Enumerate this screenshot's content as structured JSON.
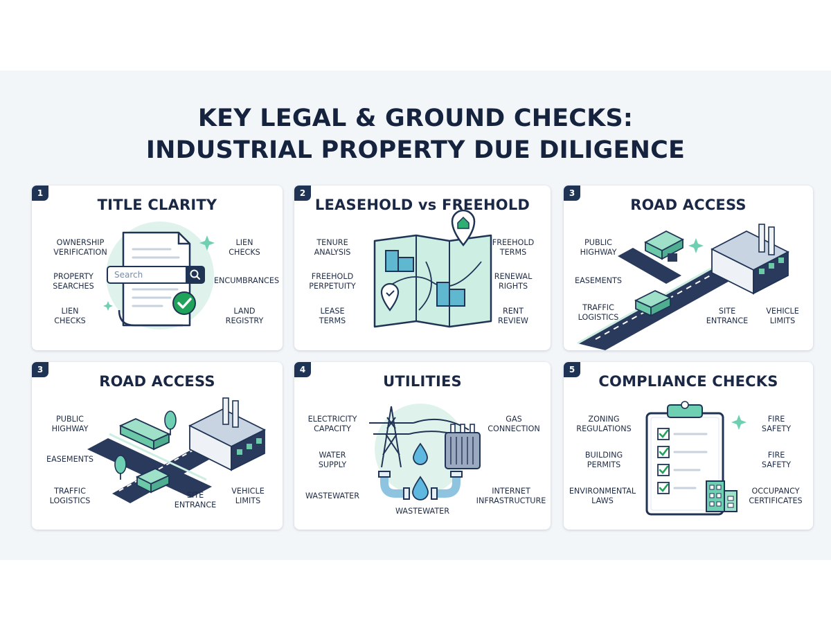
{
  "title": {
    "line1": "KEY LEGAL & GROUND CHECKS:",
    "line2": "INDUSTRIAL PROPERTY DUE DILIGENCE"
  },
  "cards": [
    {
      "badge": "1",
      "title": "TITLE CLARITY",
      "search_placeholder": "Search",
      "labels": [
        "OWNERSHIP\nVERIFICATION",
        "PROPERTY\nSEARCHES",
        "LIEN\nCHECKS",
        "LIEN\nCHECKS",
        "ENCUMBRANCES",
        "LAND\nREGISTRY"
      ],
      "icons": [
        "document-icon",
        "search-icon",
        "checkmark-icon"
      ]
    },
    {
      "badge": "2",
      "title": "LEASEHOLD vs FREEHOLD",
      "labels": [
        "TENURE\nANALYSIS",
        "FREEHOLD\nPERPETUITY",
        "LEASE\nTERMS",
        "FREEHOLD\nTERMS",
        "RENEWAL\nRIGHTS",
        "RENT\nREVIEW"
      ],
      "icons": [
        "map-icon",
        "location-pin-icon",
        "building-icon"
      ]
    },
    {
      "badge": "3",
      "title": "ROAD ACCESS",
      "labels": [
        "PUBLIC\nHIGHWAY",
        "EASEMENTS",
        "TRAFFIC\nLOGISTICS",
        "SITE\nENTRANCE",
        "VEHICLE\nLIMITS"
      ],
      "icons": [
        "road-icon",
        "truck-icon",
        "factory-icon"
      ]
    },
    {
      "badge": "3",
      "title": "ROAD ACCESS",
      "labels": [
        "PUBLIC\nHIGHWAY",
        "EASEMENTS",
        "TRAFFIC\nLOGISTICS",
        "SITE\nENTRANCE",
        "VEHICLE\nLIMITS"
      ],
      "icons": [
        "road-icon",
        "truck-icon",
        "factory-icon",
        "tree-icon"
      ]
    },
    {
      "badge": "4",
      "title": "UTILITIES",
      "labels": [
        "ELECTRICITY\nCAPACITY",
        "WATER\nSUPPLY",
        "WASTEWATER",
        "WASTEWATER",
        "GAS\nCONNECTION",
        "INTERNET\nINFRASTRUCTURE"
      ],
      "icons": [
        "power-pylon-icon",
        "transformer-icon",
        "water-drop-icon",
        "pipe-icon"
      ]
    },
    {
      "badge": "5",
      "title": "COMPLIANCE CHECKS",
      "labels": [
        "ZONING\nREGULATIONS",
        "BUILDING\nPERMITS",
        "ENVIRONMENTAL\nLAWS",
        "FIRE\nSAFETY",
        "FIRE\nSAFETY",
        "OCCUPANCY\nCERTIFICATES"
      ],
      "icons": [
        "clipboard-icon",
        "checkbox-icon",
        "building-icon"
      ]
    }
  ],
  "colors": {
    "navy": "#1f3354",
    "mint": "#cdeee2",
    "teal": "#3fae8f",
    "green": "#1fa35a",
    "band": "#f3f6f9"
  }
}
